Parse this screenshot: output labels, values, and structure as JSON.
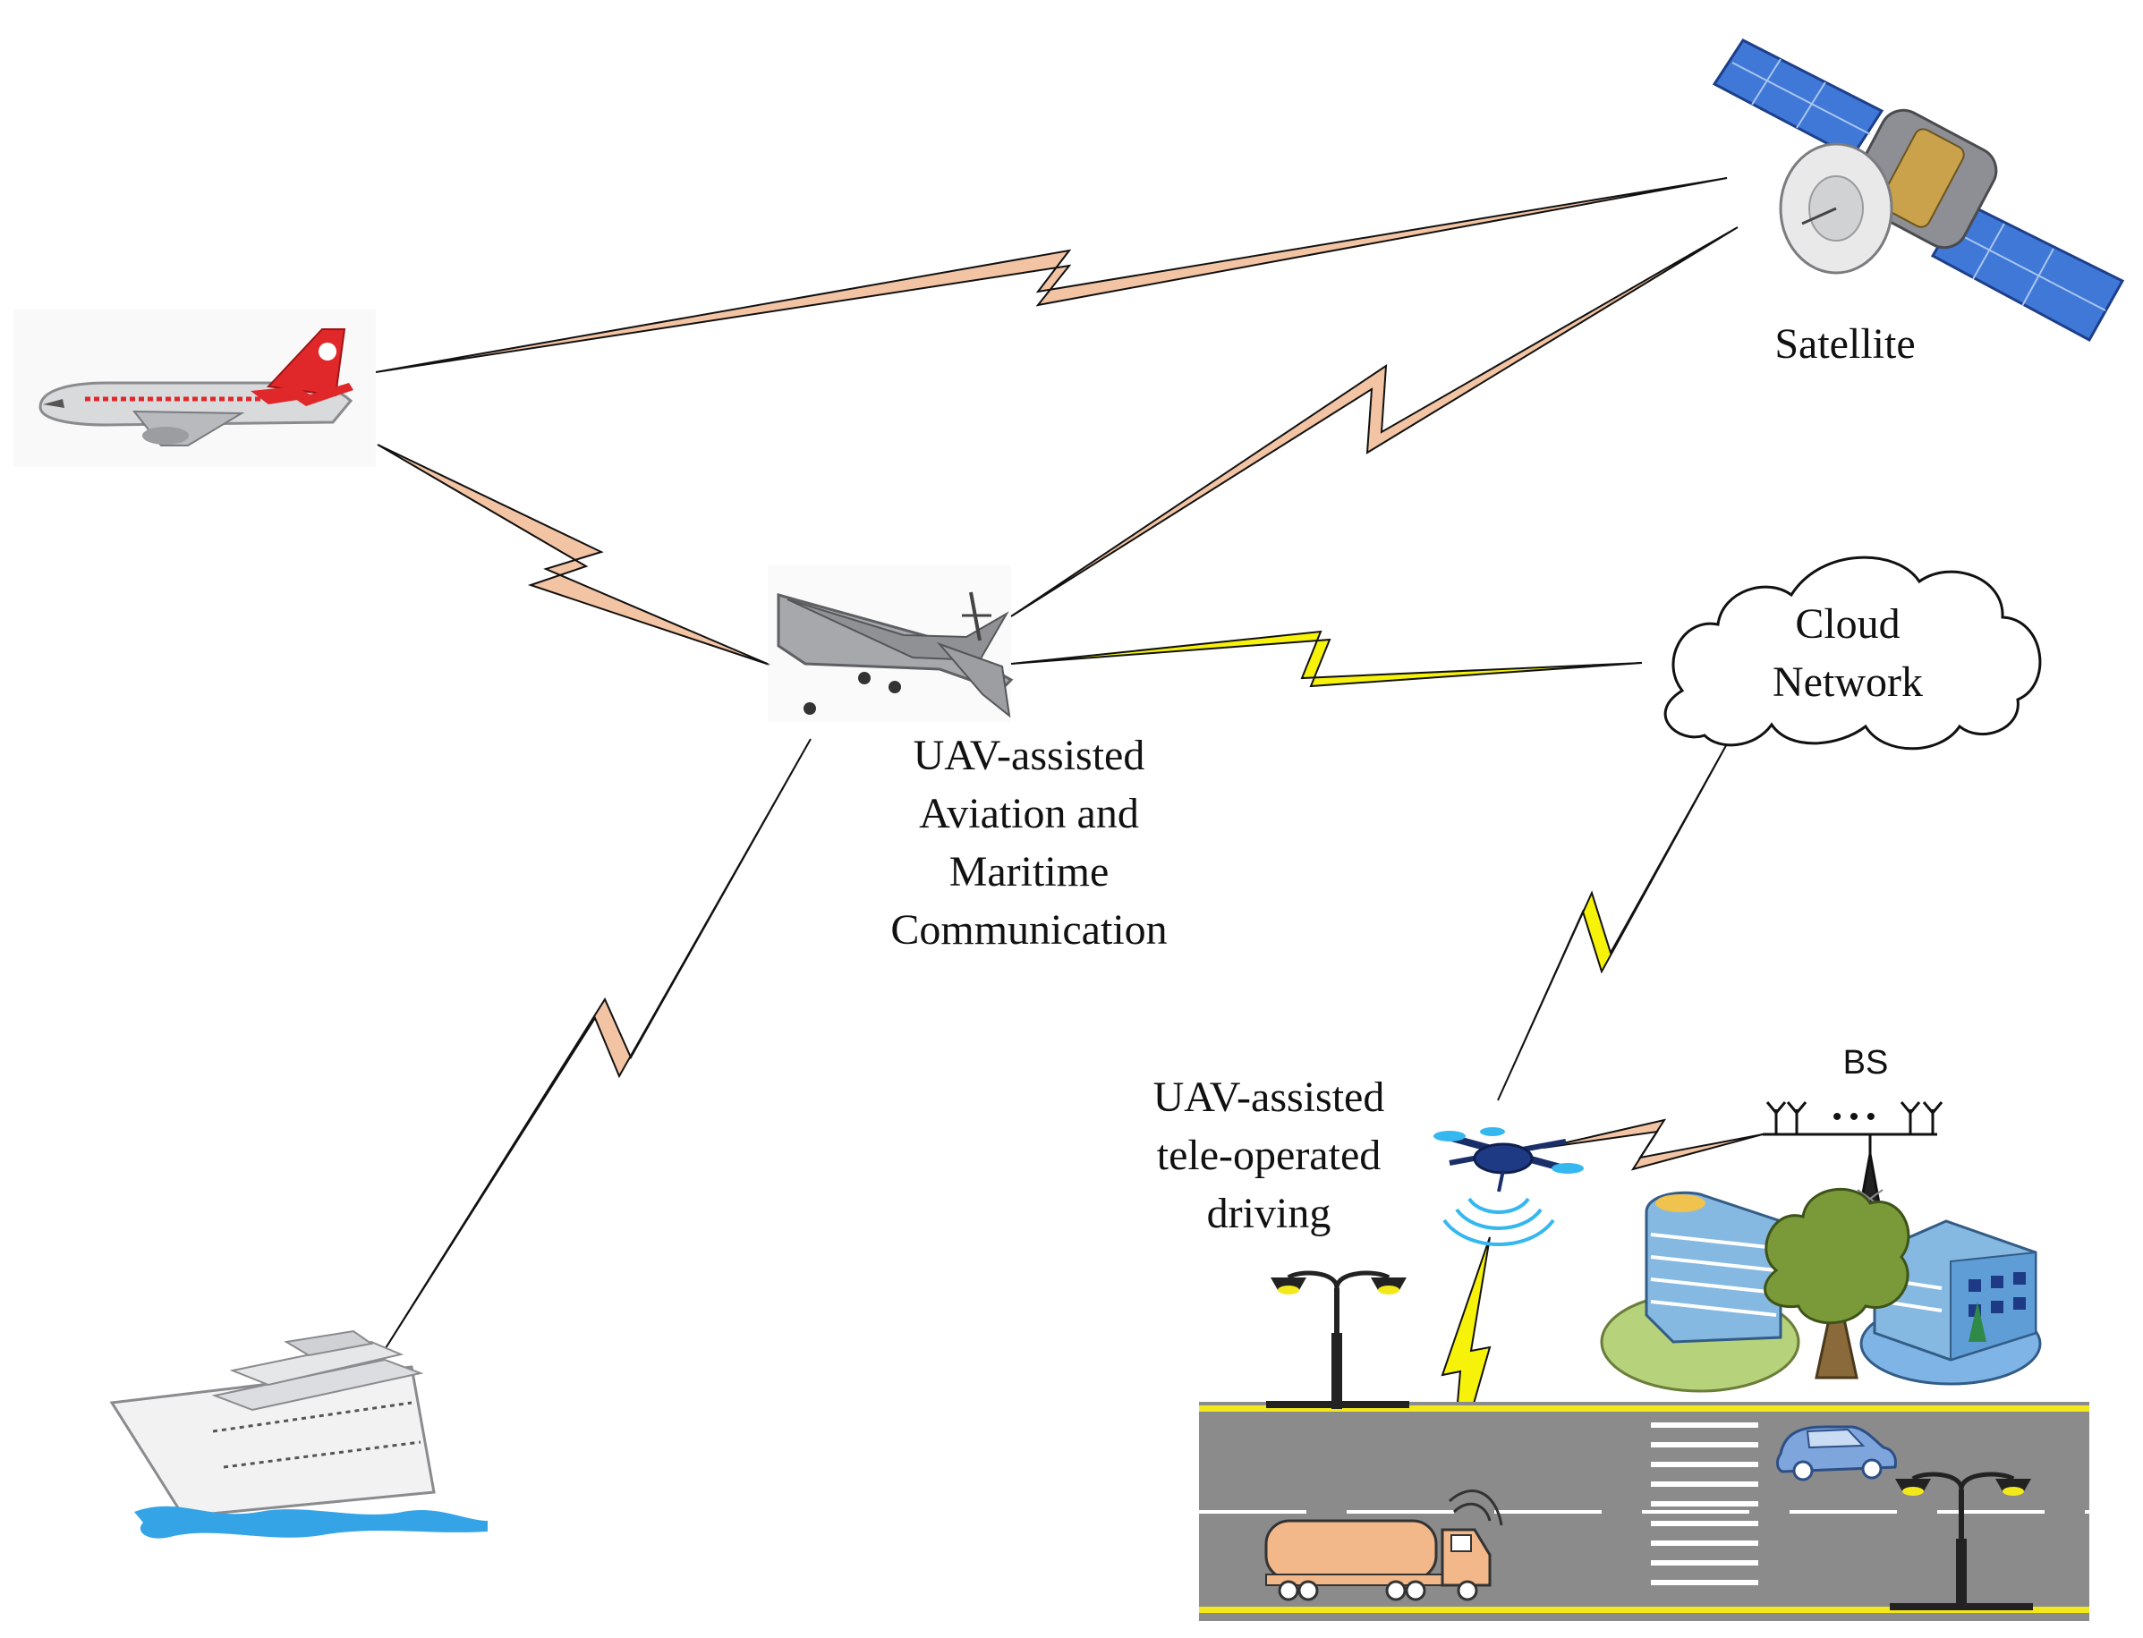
{
  "labels": {
    "satellite": "Satellite",
    "cloud": [
      "Cloud",
      "Network"
    ],
    "uav_aviation": [
      "UAV-assisted",
      "Aviation and",
      "Maritime",
      "Communication"
    ],
    "uav_driving": [
      "UAV-assisted",
      "tele-operated",
      "driving"
    ],
    "bs": "BS",
    "bs_dots": "• • •"
  },
  "colors": {
    "link_peach": "#f2c4a4",
    "link_yellow": "#f6f20a",
    "road": "#8b8b8b",
    "road_edge": "#f2e81c",
    "lane_mark": "#ffffff",
    "solar_panel": "#3f78d6",
    "plane_tail": "#e0282a",
    "truck_tank": "#f3b88a",
    "car": "#7fa6dc",
    "signal_wave": "#35b7ef",
    "building_glass": "#86b9e2",
    "tree": "#7a9a3a"
  },
  "nodes": [
    {
      "id": "satellite",
      "icon": "satellite-icon"
    },
    {
      "id": "airplane",
      "icon": "airplane-icon"
    },
    {
      "id": "uav",
      "icon": "military-drone-icon"
    },
    {
      "id": "ship",
      "icon": "cruise-ship-icon"
    },
    {
      "id": "cloud",
      "icon": "cloud-icon"
    },
    {
      "id": "quadcopter",
      "icon": "quadcopter-drone-icon"
    },
    {
      "id": "base-station",
      "icon": "base-station-antenna-icon"
    },
    {
      "id": "truck",
      "icon": "tanker-truck-icon"
    },
    {
      "id": "car",
      "icon": "car-icon"
    },
    {
      "id": "buildings",
      "icon": "buildings-icon"
    },
    {
      "id": "tree",
      "icon": "tree-icon"
    },
    {
      "id": "street-lamps",
      "icon": "street-lamp-icon"
    }
  ],
  "links": [
    {
      "from": "airplane",
      "to": "satellite",
      "style": "peach"
    },
    {
      "from": "airplane",
      "to": "uav",
      "style": "peach"
    },
    {
      "from": "uav",
      "to": "satellite",
      "style": "peach"
    },
    {
      "from": "uav",
      "to": "ship",
      "style": "peach"
    },
    {
      "from": "uav",
      "to": "cloud",
      "style": "yellow"
    },
    {
      "from": "cloud",
      "to": "quadcopter",
      "style": "yellow"
    },
    {
      "from": "quadcopter",
      "to": "base-station",
      "style": "peach"
    },
    {
      "from": "quadcopter",
      "to": "truck",
      "style": "yellow"
    }
  ]
}
